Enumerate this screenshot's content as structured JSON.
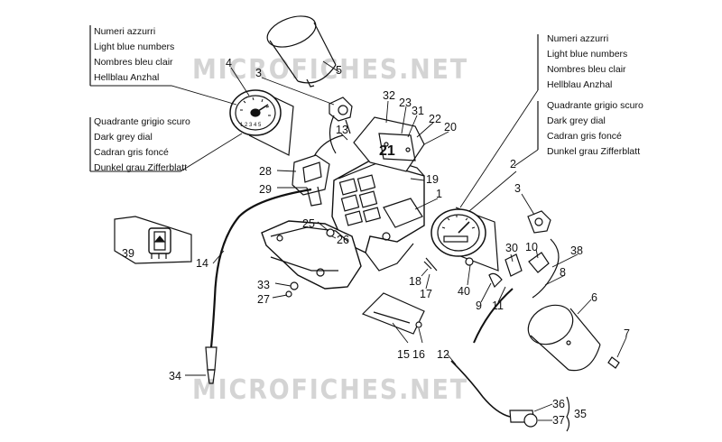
{
  "watermark": "MICROFICHES.NET",
  "notes": {
    "left_blue": [
      "Numeri azzurri",
      "Light blue numbers",
      "Nombres bleu clair",
      "Hellblau Anzhal"
    ],
    "left_grey": [
      "Quadrante grigio scuro",
      "Dark grey dial",
      "Cadran gris foncé",
      "Dunkel grau Zifferblatt"
    ],
    "right_blue": [
      "Numeri azzurri",
      "Light blue numbers",
      "Nombres bleu clair",
      "Hellblau Anzhal"
    ],
    "right_grey": [
      "Quadrante grigio scuro",
      "Dark grey dial",
      "Cadran gris foncé",
      "Dunkel grau Zifferblatt"
    ]
  },
  "labels": [
    "4",
    "3",
    "5",
    "32",
    "23",
    "31",
    "22",
    "20",
    "13",
    "28",
    "29",
    "19",
    "1",
    "25",
    "26",
    "39",
    "14",
    "33",
    "27",
    "18",
    "17",
    "15",
    "16",
    "34",
    "12",
    "2",
    "3",
    "30",
    "10",
    "38",
    "8",
    "40",
    "9",
    "11",
    "6",
    "7",
    "36",
    "37",
    "35"
  ],
  "dial_text": "21"
}
